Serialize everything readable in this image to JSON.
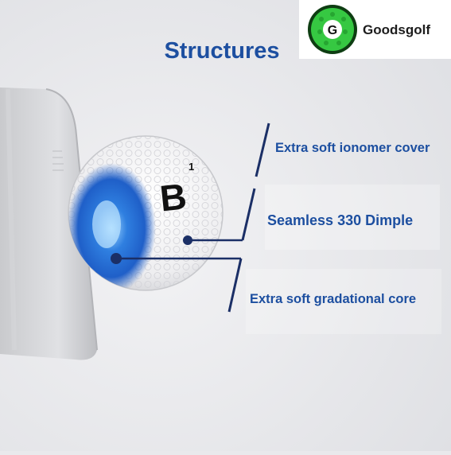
{
  "title": "Structures",
  "logo": {
    "text": "Goodsgolf",
    "badge_letter": "G",
    "icon": "golf-ball-logo-icon"
  },
  "ball_mark": "B",
  "ball_mark_superscript": "1",
  "callouts": [
    {
      "label": "Extra soft ionomer cover"
    },
    {
      "label": "Seamless 330 Dimple"
    },
    {
      "label": "Extra soft gradational core"
    }
  ],
  "colors": {
    "accent": "#1d4fa0",
    "core_glow": "#2f7fe0",
    "background": "#e9e9ec"
  }
}
